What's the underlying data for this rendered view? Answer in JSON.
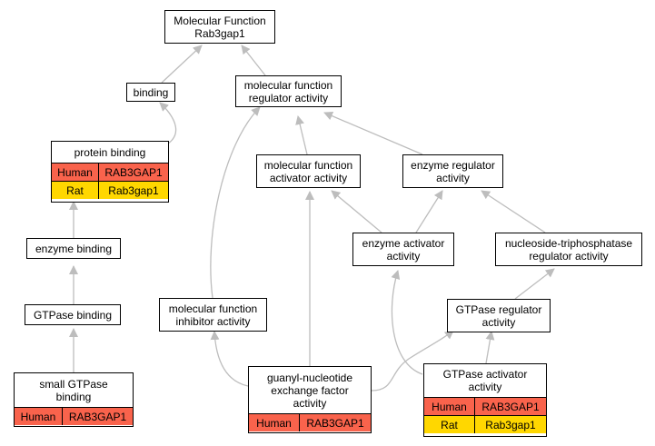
{
  "colors": {
    "edge": "#bdbdbd",
    "human": "#f9634c",
    "rat": "#ffd700"
  },
  "nodes": {
    "root": "Molecular Function\nRab3gap1",
    "binding": "binding",
    "mf_regulator": "molecular function\nregulator activity",
    "protein_binding": "protein binding",
    "mf_activator": "molecular function\nactivator activity",
    "enzyme_regulator": "enzyme regulator\nactivity",
    "enzyme_binding": "enzyme binding",
    "enzyme_activator": "enzyme activator\nactivity",
    "ntpase_regulator": "nucleoside-triphosphatase\nregulator activity",
    "gtpase_binding": "GTPase binding",
    "mf_inhibitor": "molecular function\ninhibitor activity",
    "gtpase_regulator": "GTPase regulator\nactivity",
    "small_gtpase_binding": "small GTPase\nbinding",
    "gef": "guanyl-nucleotide\nexchange factor\nactivity",
    "gtpase_activator": "GTPase activator\nactivity"
  },
  "annotations": {
    "protein_binding": [
      {
        "species": "Human",
        "gene": "RAB3GAP1"
      },
      {
        "species": "Rat",
        "gene": "Rab3gap1"
      }
    ],
    "small_gtpase_binding": [
      {
        "species": "Human",
        "gene": "RAB3GAP1"
      }
    ],
    "gef": [
      {
        "species": "Human",
        "gene": "RAB3GAP1"
      }
    ],
    "gtpase_activator": [
      {
        "species": "Human",
        "gene": "RAB3GAP1"
      },
      {
        "species": "Rat",
        "gene": "Rab3gap1"
      }
    ]
  }
}
